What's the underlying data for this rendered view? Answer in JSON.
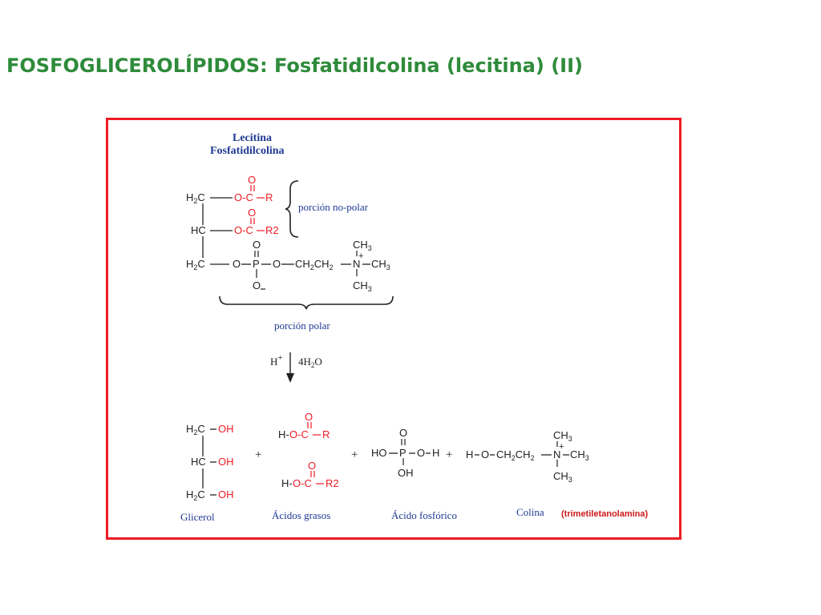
{
  "title": "FOSFOGLICEROLÍPIDOS: Fosfatidilcolina (lecitina) (II)",
  "colors": {
    "title": "#2e8b3a",
    "frame": "#ee1c24",
    "label_blue": "#1f3a93",
    "acid_red": "#ee1c24",
    "bond": "#222222"
  },
  "lecithin": {
    "name1": "Lecitina",
    "name2": "Fosfatidilcolina",
    "h2c": "H",
    "nonpolar_label": "porción no-polar",
    "polar_label": "porción polar"
  },
  "reaction": {
    "catalyst": "H",
    "water": "4H",
    "plus": "+"
  },
  "products": {
    "glycerol": "Glicerol",
    "fatty_acids": "Ácidos grasos",
    "phosphoric_acid": "Ácido fosfórico",
    "choline": "Colina",
    "choline_alt": "(trimetiletanolamina)"
  }
}
